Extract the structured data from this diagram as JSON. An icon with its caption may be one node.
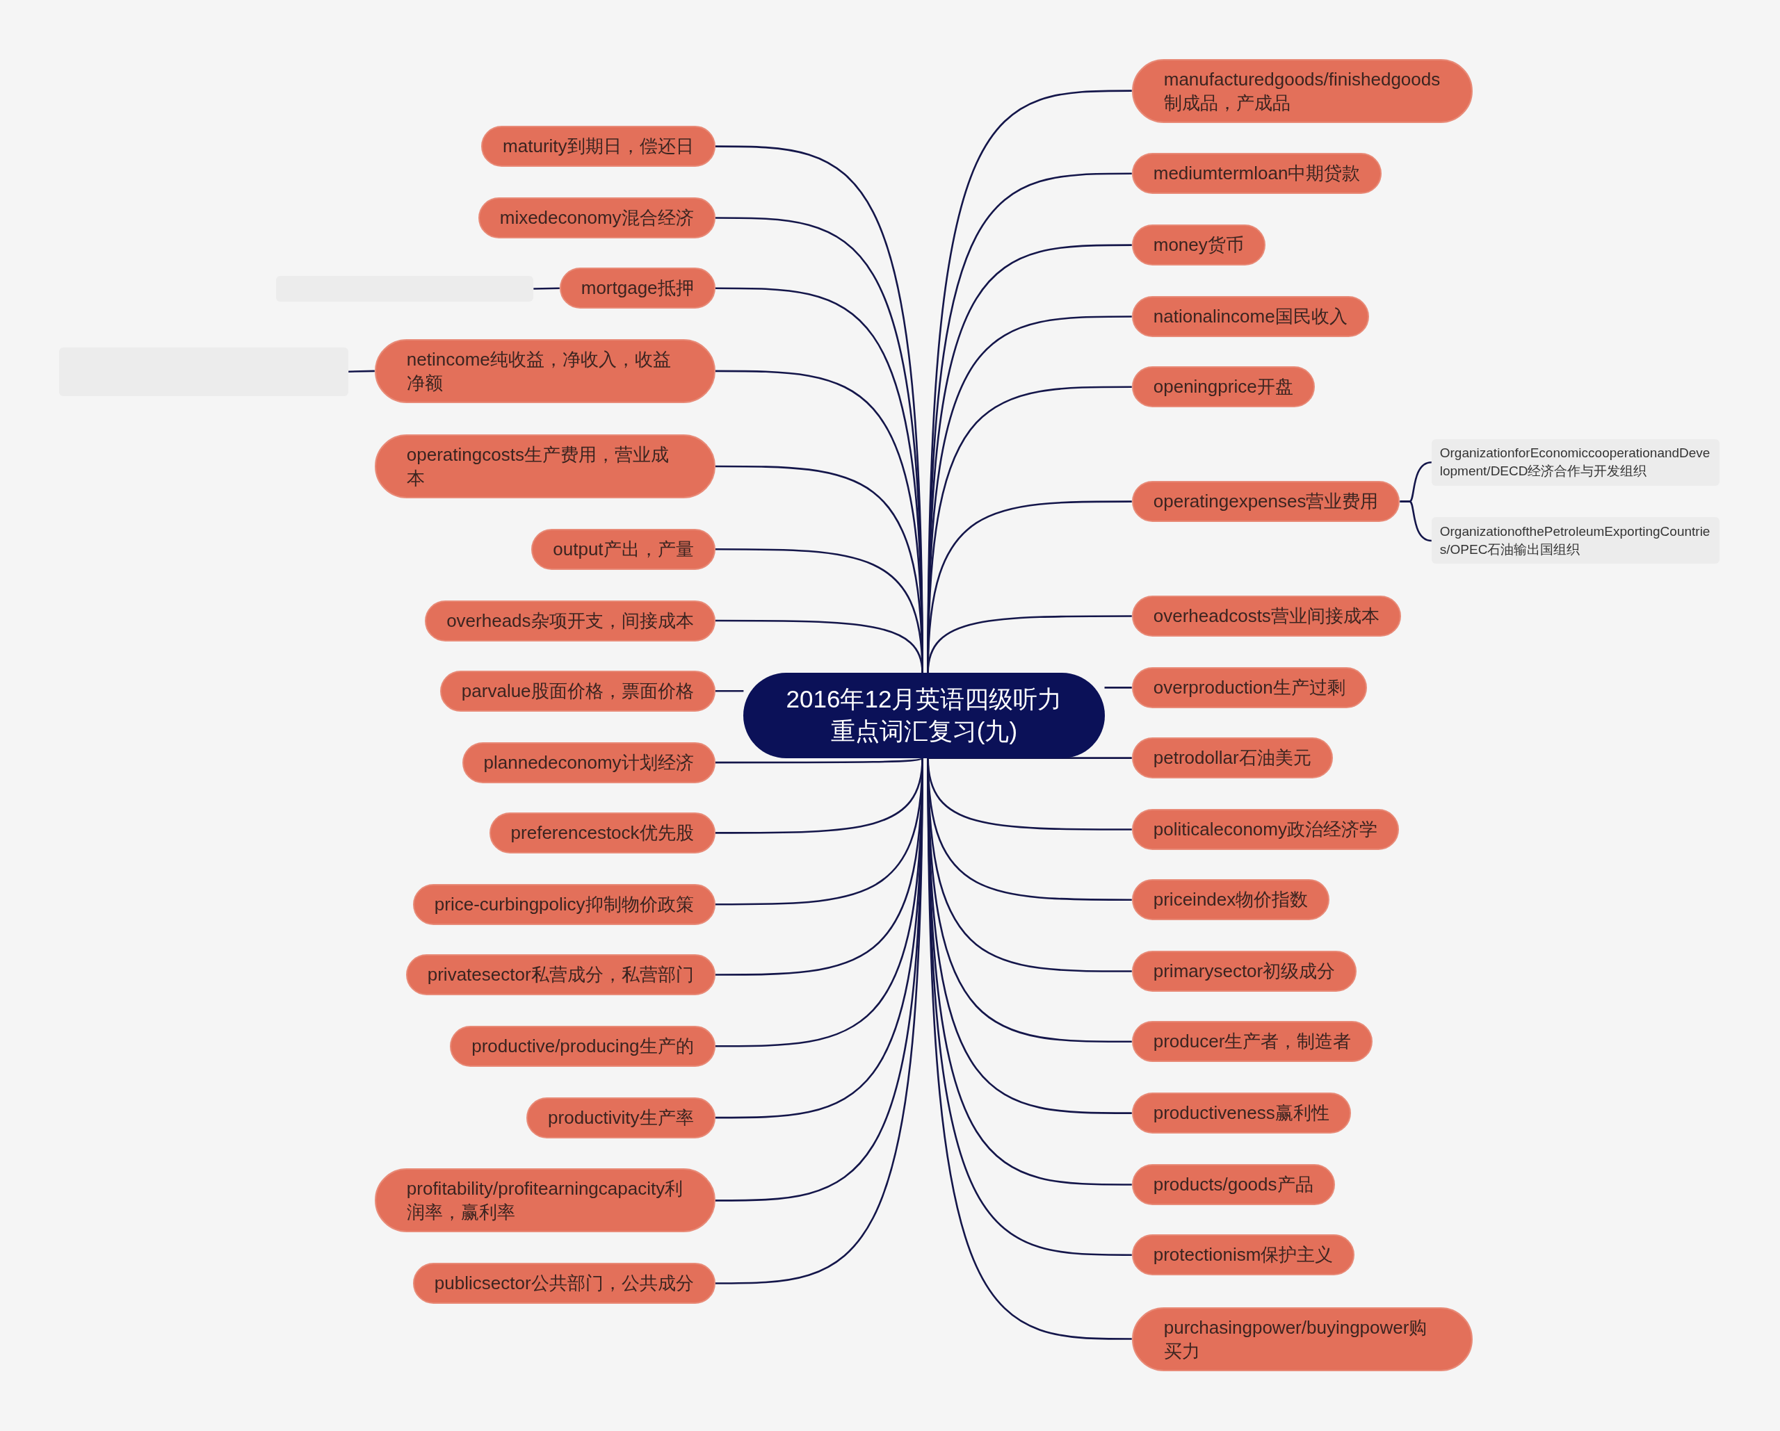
{
  "diagram": {
    "nodes": [
      {
        "text": [
          "2016年12月英语四级听力重点词汇复习(九)"
        ]
      },
      {
        "text": [
          "manufacturedgoods/finishedgoods制成品，产成品"
        ]
      },
      {
        "text": [
          "mediumtermloan中期贷款"
        ]
      },
      {
        "text": [
          "money货币"
        ]
      },
      {
        "text": [
          "nationalincome国民收入"
        ]
      },
      {
        "text": [
          "openingprice开盘"
        ]
      },
      {
        "text": [
          "operatingexpenses营业费用"
        ]
      },
      {
        "text": [
          "OrganizationforEconomiccooperationandDevelopment/DECD经济合作与开发组织"
        ]
      },
      {
        "text": [
          "OrganizationofthePetroleumExportingCountries/OPEC石油输出国组织"
        ]
      },
      {
        "text": [
          "overheadcosts营业间接成本"
        ]
      },
      {
        "text": [
          "overproduction生产过剩"
        ]
      },
      {
        "text": [
          "petrodollar石油美元"
        ]
      },
      {
        "text": [
          "politicaleconomy政治经济学"
        ]
      },
      {
        "text": [
          "priceindex物价指数"
        ]
      },
      {
        "text": [
          "primarysector初级成分"
        ]
      },
      {
        "text": [
          "producer生产者，制造者"
        ]
      },
      {
        "text": [
          "productiveness赢利性"
        ]
      },
      {
        "text": [
          "products/goods产品"
        ]
      },
      {
        "text": [
          "protectionism保护主义"
        ]
      },
      {
        "text": [
          "purchasingpower/buyingpower购买力"
        ]
      },
      {
        "text": [
          "maturity到期日，偿还日"
        ]
      },
      {
        "text": [
          "mixedeconomy混合经济"
        ]
      },
      {
        "text": [
          "mortgage抵押"
        ]
      },
      {
        "text": [],
        "shape": "box"
      },
      {
        "text": [
          "netincome纯收益，净收入，收益净额"
        ]
      },
      {
        "text": [],
        "shape": "box"
      },
      {
        "text": [
          "operatingcosts生产费用，营业成本"
        ]
      },
      {
        "text": [
          "output产出，产量"
        ]
      },
      {
        "text": [
          "overheads杂项开支，间接成本"
        ]
      },
      {
        "text": [
          "parvalue股面价格，票面价格"
        ]
      },
      {
        "text": [
          "plannedeconomy计划经济"
        ]
      },
      {
        "text": [
          "preferencestock优先股"
        ]
      },
      {
        "text": [
          "price-curbingpolicy抑制物价政策"
        ]
      },
      {
        "text": [
          "privatesector私营成分，私营部门"
        ]
      },
      {
        "text": [
          "productive/producing生产的"
        ]
      },
      {
        "text": [
          "productivity生产率"
        ]
      },
      {
        "text": [
          "profitability/profitearningcapacity利润率，赢利率"
        ]
      },
      {
        "text": [
          "publicsector公共部门，公共成分"
        ]
      }
    ],
    "edges": [
      {
        "from": 0,
        "to": 1,
        "arrow": "none"
      },
      {
        "from": 0,
        "to": 2,
        "arrow": "none"
      },
      {
        "from": 0,
        "to": 3,
        "arrow": "none"
      },
      {
        "from": 0,
        "to": 4,
        "arrow": "none"
      },
      {
        "from": 0,
        "to": 5,
        "arrow": "none"
      },
      {
        "from": 0,
        "to": 6,
        "arrow": "none"
      },
      {
        "from": 6,
        "to": 7,
        "arrow": "none"
      },
      {
        "from": 6,
        "to": 8,
        "arrow": "none"
      },
      {
        "from": 0,
        "to": 9,
        "arrow": "none"
      },
      {
        "from": 0,
        "to": 10,
        "arrow": "none"
      },
      {
        "from": 0,
        "to": 11,
        "arrow": "none"
      },
      {
        "from": 0,
        "to": 12,
        "arrow": "none"
      },
      {
        "from": 0,
        "to": 13,
        "arrow": "none"
      },
      {
        "from": 0,
        "to": 14,
        "arrow": "none"
      },
      {
        "from": 0,
        "to": 15,
        "arrow": "none"
      },
      {
        "from": 0,
        "to": 16,
        "arrow": "none"
      },
      {
        "from": 0,
        "to": 17,
        "arrow": "none"
      },
      {
        "from": 0,
        "to": 18,
        "arrow": "none"
      },
      {
        "from": 0,
        "to": 19,
        "arrow": "none"
      },
      {
        "from": 0,
        "to": 20,
        "arrow": "none"
      },
      {
        "from": 0,
        "to": 21,
        "arrow": "none"
      },
      {
        "from": 0,
        "to": 22,
        "arrow": "none"
      },
      {
        "from": 22,
        "to": 23,
        "arrow": "none"
      },
      {
        "from": 0,
        "to": 24,
        "arrow": "none"
      },
      {
        "from": 24,
        "to": 25,
        "arrow": "none"
      },
      {
        "from": 0,
        "to": 26,
        "arrow": "none"
      },
      {
        "from": 0,
        "to": 27,
        "arrow": "none"
      },
      {
        "from": 0,
        "to": 28,
        "arrow": "none"
      },
      {
        "from": 0,
        "to": 29,
        "arrow": "none"
      },
      {
        "from": 0,
        "to": 30,
        "arrow": "none"
      },
      {
        "from": 0,
        "to": 31,
        "arrow": "none"
      },
      {
        "from": 0,
        "to": 32,
        "arrow": "none"
      },
      {
        "from": 0,
        "to": 33,
        "arrow": "none"
      },
      {
        "from": 0,
        "to": 34,
        "arrow": "none"
      },
      {
        "from": 0,
        "to": 35,
        "arrow": "none"
      },
      {
        "from": 0,
        "to": 36,
        "arrow": "none"
      },
      {
        "from": 0,
        "to": 37,
        "arrow": "none"
      }
    ]
  }
}
